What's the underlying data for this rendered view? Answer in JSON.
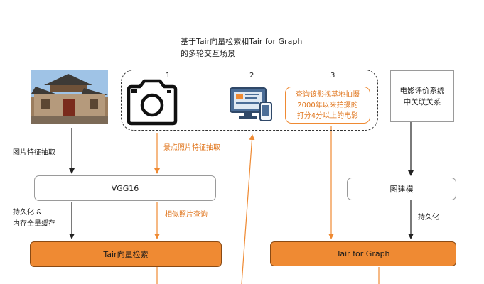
{
  "title": {
    "line1": "基于Tair向量检索和Tair for Graph",
    "line2": "的多轮交互场景"
  },
  "steps": {
    "step1": "1",
    "step2": "2",
    "step3": "3"
  },
  "query_box": {
    "line1": "查询该影视基地拍摄",
    "line2": "2000年以来拍摄的",
    "line3": "打分4分以上的电影"
  },
  "movie_system": {
    "line1": "电影评价系统",
    "line2": "中关联关系"
  },
  "nodes": {
    "vgg16": "VGG16",
    "graph_build": "图建模",
    "tair_vector": "Tair向量检索",
    "tair_graph": "Tair for Graph"
  },
  "labels": {
    "image_feature": "图片特征抽取",
    "scenic_feature": "景点照片特征抽取",
    "persist_line1": "持久化 &",
    "persist_line2": "内存全量缓存",
    "similar_query": "相似照片查询",
    "persist": "持久化"
  },
  "icons": {
    "camera": "camera-icon",
    "computer": "computer-phone-icon",
    "photo": "building-photo"
  },
  "colors": {
    "accent": "#ef8a33",
    "accent_text": "#e0761e",
    "line": "#222222",
    "border": "#9a9a9a"
  }
}
